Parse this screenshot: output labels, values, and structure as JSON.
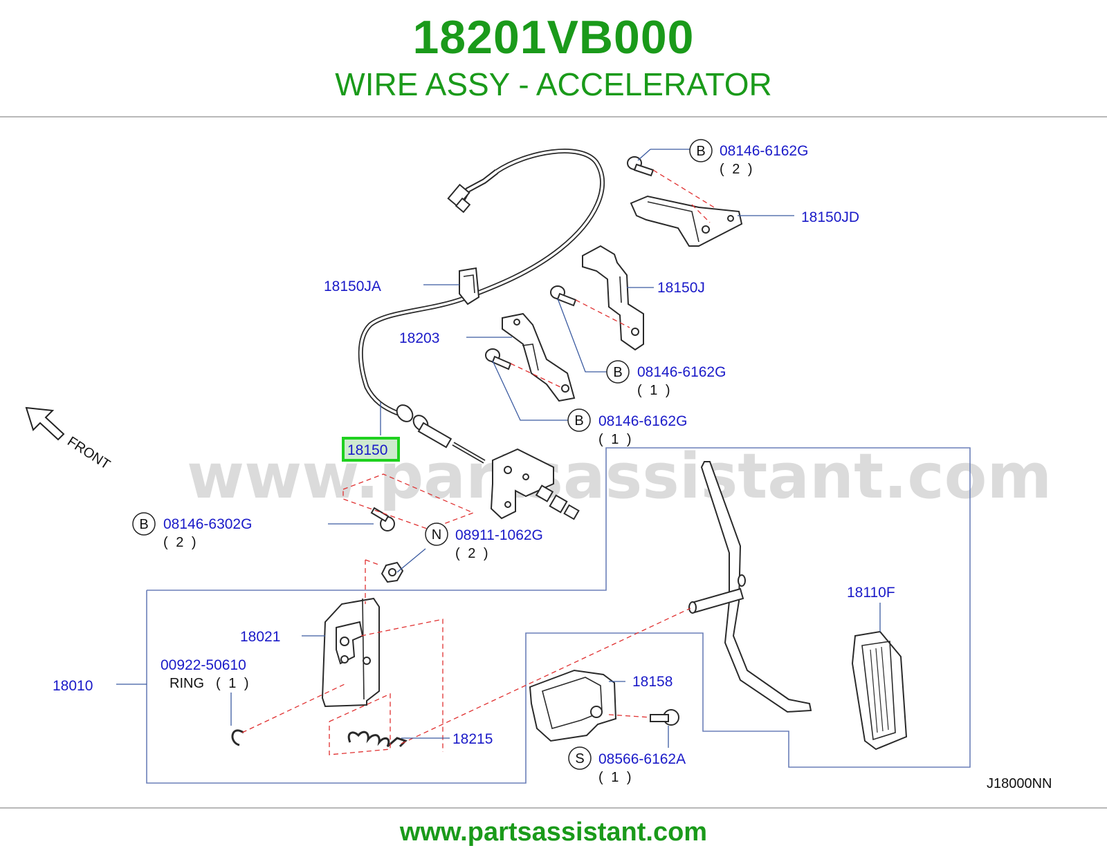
{
  "header": {
    "part_number": "18201VB000",
    "description": "WIRE ASSY - ACCELERATOR"
  },
  "footer": {
    "url": "www.partsassistant.com"
  },
  "watermark": "www.partsassistant.com",
  "diagram": {
    "front_label": "FRONT",
    "diagram_code": "J18000NN",
    "highlight_color": "#1fd11f",
    "callouts": {
      "c18150JA": "18150JA",
      "c18203": "18203",
      "c18150J": "18150J",
      "c18150JD": "18150JD",
      "c18150": "18150",
      "c18021": "18021",
      "c18010": "18010",
      "c18215": "18215",
      "c18158": "18158",
      "c18110F": "18110F",
      "c00922": "00922-50610",
      "ring_label": "RING",
      "ring_qty": "( 1 )"
    },
    "fasteners": [
      {
        "type": "B",
        "number": "08146-6162G",
        "qty": "( 2 )"
      },
      {
        "type": "B",
        "number": "08146-6162G",
        "qty": "( 1 )"
      },
      {
        "type": "B",
        "number": "08146-6162G",
        "qty": "( 1 )"
      },
      {
        "type": "B",
        "number": "08146-6302G",
        "qty": "( 2 )"
      },
      {
        "type": "N",
        "number": "08911-1062G",
        "qty": "( 2 )"
      },
      {
        "type": "S",
        "number": "08566-6162A",
        "qty": "( 1 )"
      }
    ]
  }
}
